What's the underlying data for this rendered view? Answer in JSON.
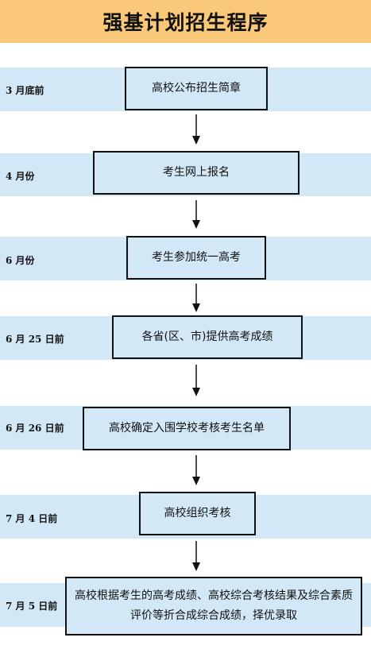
{
  "header": {
    "title": "强基计划招生程序"
  },
  "colors": {
    "title_bg": "#f9c979",
    "band_bg": "#d3e8f7",
    "border": "#111111"
  },
  "steps": [
    {
      "time": "3 月底前",
      "text": "高校公布招生简章"
    },
    {
      "time": "4 月份",
      "text": "考生网上报名"
    },
    {
      "time": "6 月份",
      "text": "考生参加统一高考"
    },
    {
      "time": "6 月 25 日前",
      "text": "各省(区、市)提供高考成绩"
    },
    {
      "time": "6 月 26 日前",
      "text": "高校确定入围学校考核考生名单"
    },
    {
      "time": "7 月 4 日前",
      "text": "高校组织考核"
    },
    {
      "time": "7 月 5 日前",
      "text": "高校根据考生的高考成绩、高校综合考核结果及综合素质评价等折合成综合成绩，择优录取"
    }
  ]
}
